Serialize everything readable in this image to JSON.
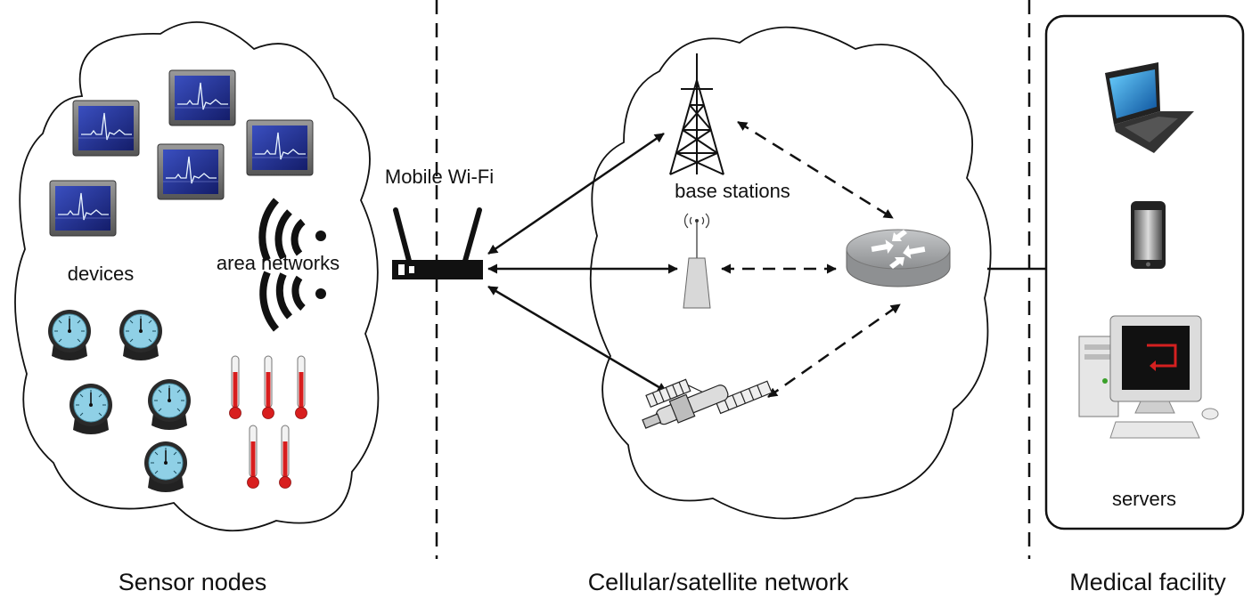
{
  "sections": {
    "sensor_nodes": "Sensor nodes",
    "network": "Cellular/satellite network",
    "medical": "Medical facility"
  },
  "labels": {
    "devices": "devices",
    "area_networks": "area networks",
    "mobile_wifi": "Mobile Wi-Fi",
    "base_stations": "base stations",
    "servers": "servers"
  },
  "colors": {
    "monitor_screen": "#1e2a8a",
    "gauge_face": "#8fd0e6",
    "thermometer_red": "#d81e1e",
    "router_disk": "#a9abad",
    "pc_screen": "#111111",
    "pc_arrow": "#d42020"
  },
  "icons": [
    "ecg-monitor-icon",
    "pressure-gauge-icon",
    "thermometer-icon",
    "wifi-signal-icon",
    "wifi-router-icon",
    "cell-tower-icon",
    "antenna-icon",
    "satellite-icon",
    "network-router-icon",
    "laptop-icon",
    "smartphone-icon",
    "desktop-computer-icon"
  ]
}
